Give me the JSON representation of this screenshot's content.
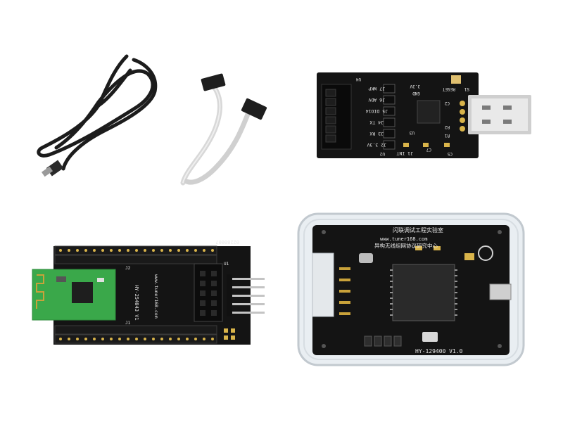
{
  "usb_adapter": {
    "labels": {
      "u4": "U4",
      "j7": "J7 WKP",
      "j6": "J6 ADV",
      "j5": "J5 DIO14",
      "j4": "J4 TX",
      "j3": "J3 RX",
      "j2": "J2 3.3V",
      "j1": "J1 INT",
      "u2": "U2",
      "gnd": "GND",
      "v33": "3.3V",
      "reset": "RESET",
      "s1": "S1",
      "c2": "C2",
      "r2": "R2",
      "r1": "R1",
      "u3": "U3",
      "c7": "C7",
      "c5": "C5"
    }
  },
  "module_board": {
    "labels": {
      "serial": "02280007",
      "model": "HY-254043 V1",
      "url": "www.tuner168.com",
      "j2": "J2",
      "j1": "J1",
      "u1": "U1"
    }
  },
  "debugger": {
    "labels": {
      "lab": "闪联调试工程实验室",
      "url": "www.tuner168.com",
      "org": "异构无线组网协议研究中心",
      "model": "HY-129400 V1.0"
    }
  },
  "colors": {
    "background": "#ffffff",
    "pcb_black": "#141414",
    "module_green": "#3aa84a",
    "gold": "#d9b44a",
    "cable": "#1c1c1c"
  }
}
